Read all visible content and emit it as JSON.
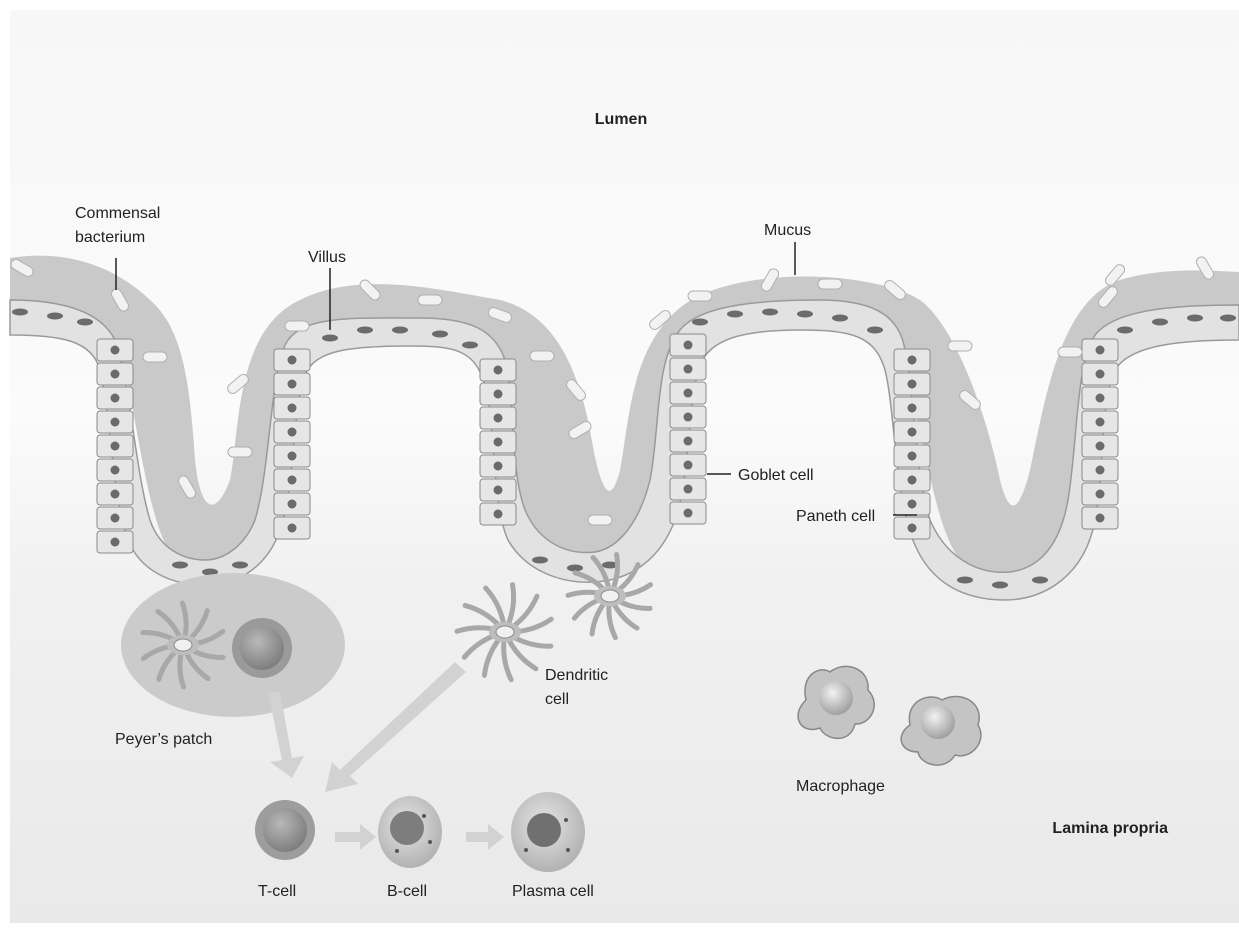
{
  "regions": {
    "lumen": "Lumen",
    "lamina_propria": "Lamina propria"
  },
  "labels": {
    "commensal_line1": "Commensal",
    "commensal_line2": "bacterium",
    "villus": "Villus",
    "mucus": "Mucus",
    "goblet_cell": "Goblet cell",
    "paneth_cell": "Paneth cell",
    "peyers_patch": "Peyer’s patch",
    "dendritic_line1": "Dendritic",
    "dendritic_line2": "cell",
    "macrophage": "Macrophage",
    "t_cell": "T-cell",
    "b_cell": "B-cell",
    "plasma_cell": "Plasma cell"
  },
  "colors": {
    "mucus": "#c8c8c8",
    "epithelium": "#dedede",
    "cell_border": "#8a8a8a",
    "nucleus": "#6b6b6b",
    "arrow": "#d0d0d0",
    "patch": "#c9c9c9"
  }
}
